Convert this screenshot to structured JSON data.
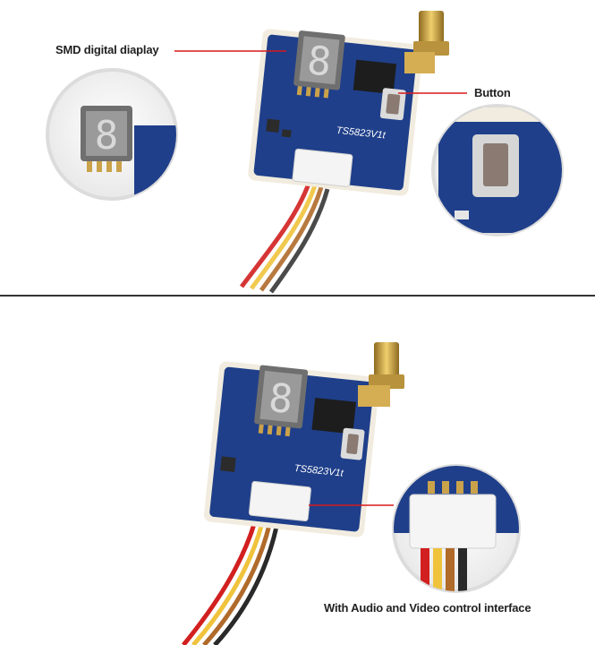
{
  "labels": {
    "display": "SMD digital diaplay",
    "button": "Button",
    "interface": "With Audio and Video control  interface"
  },
  "board": {
    "model_text": "TS5823V1t",
    "digit": "8"
  },
  "colors": {
    "pcb": "#1f3f8a",
    "pcb_edge": "#f1ecdf",
    "callout_line": "#d7191c",
    "gold": "#caa24a"
  }
}
